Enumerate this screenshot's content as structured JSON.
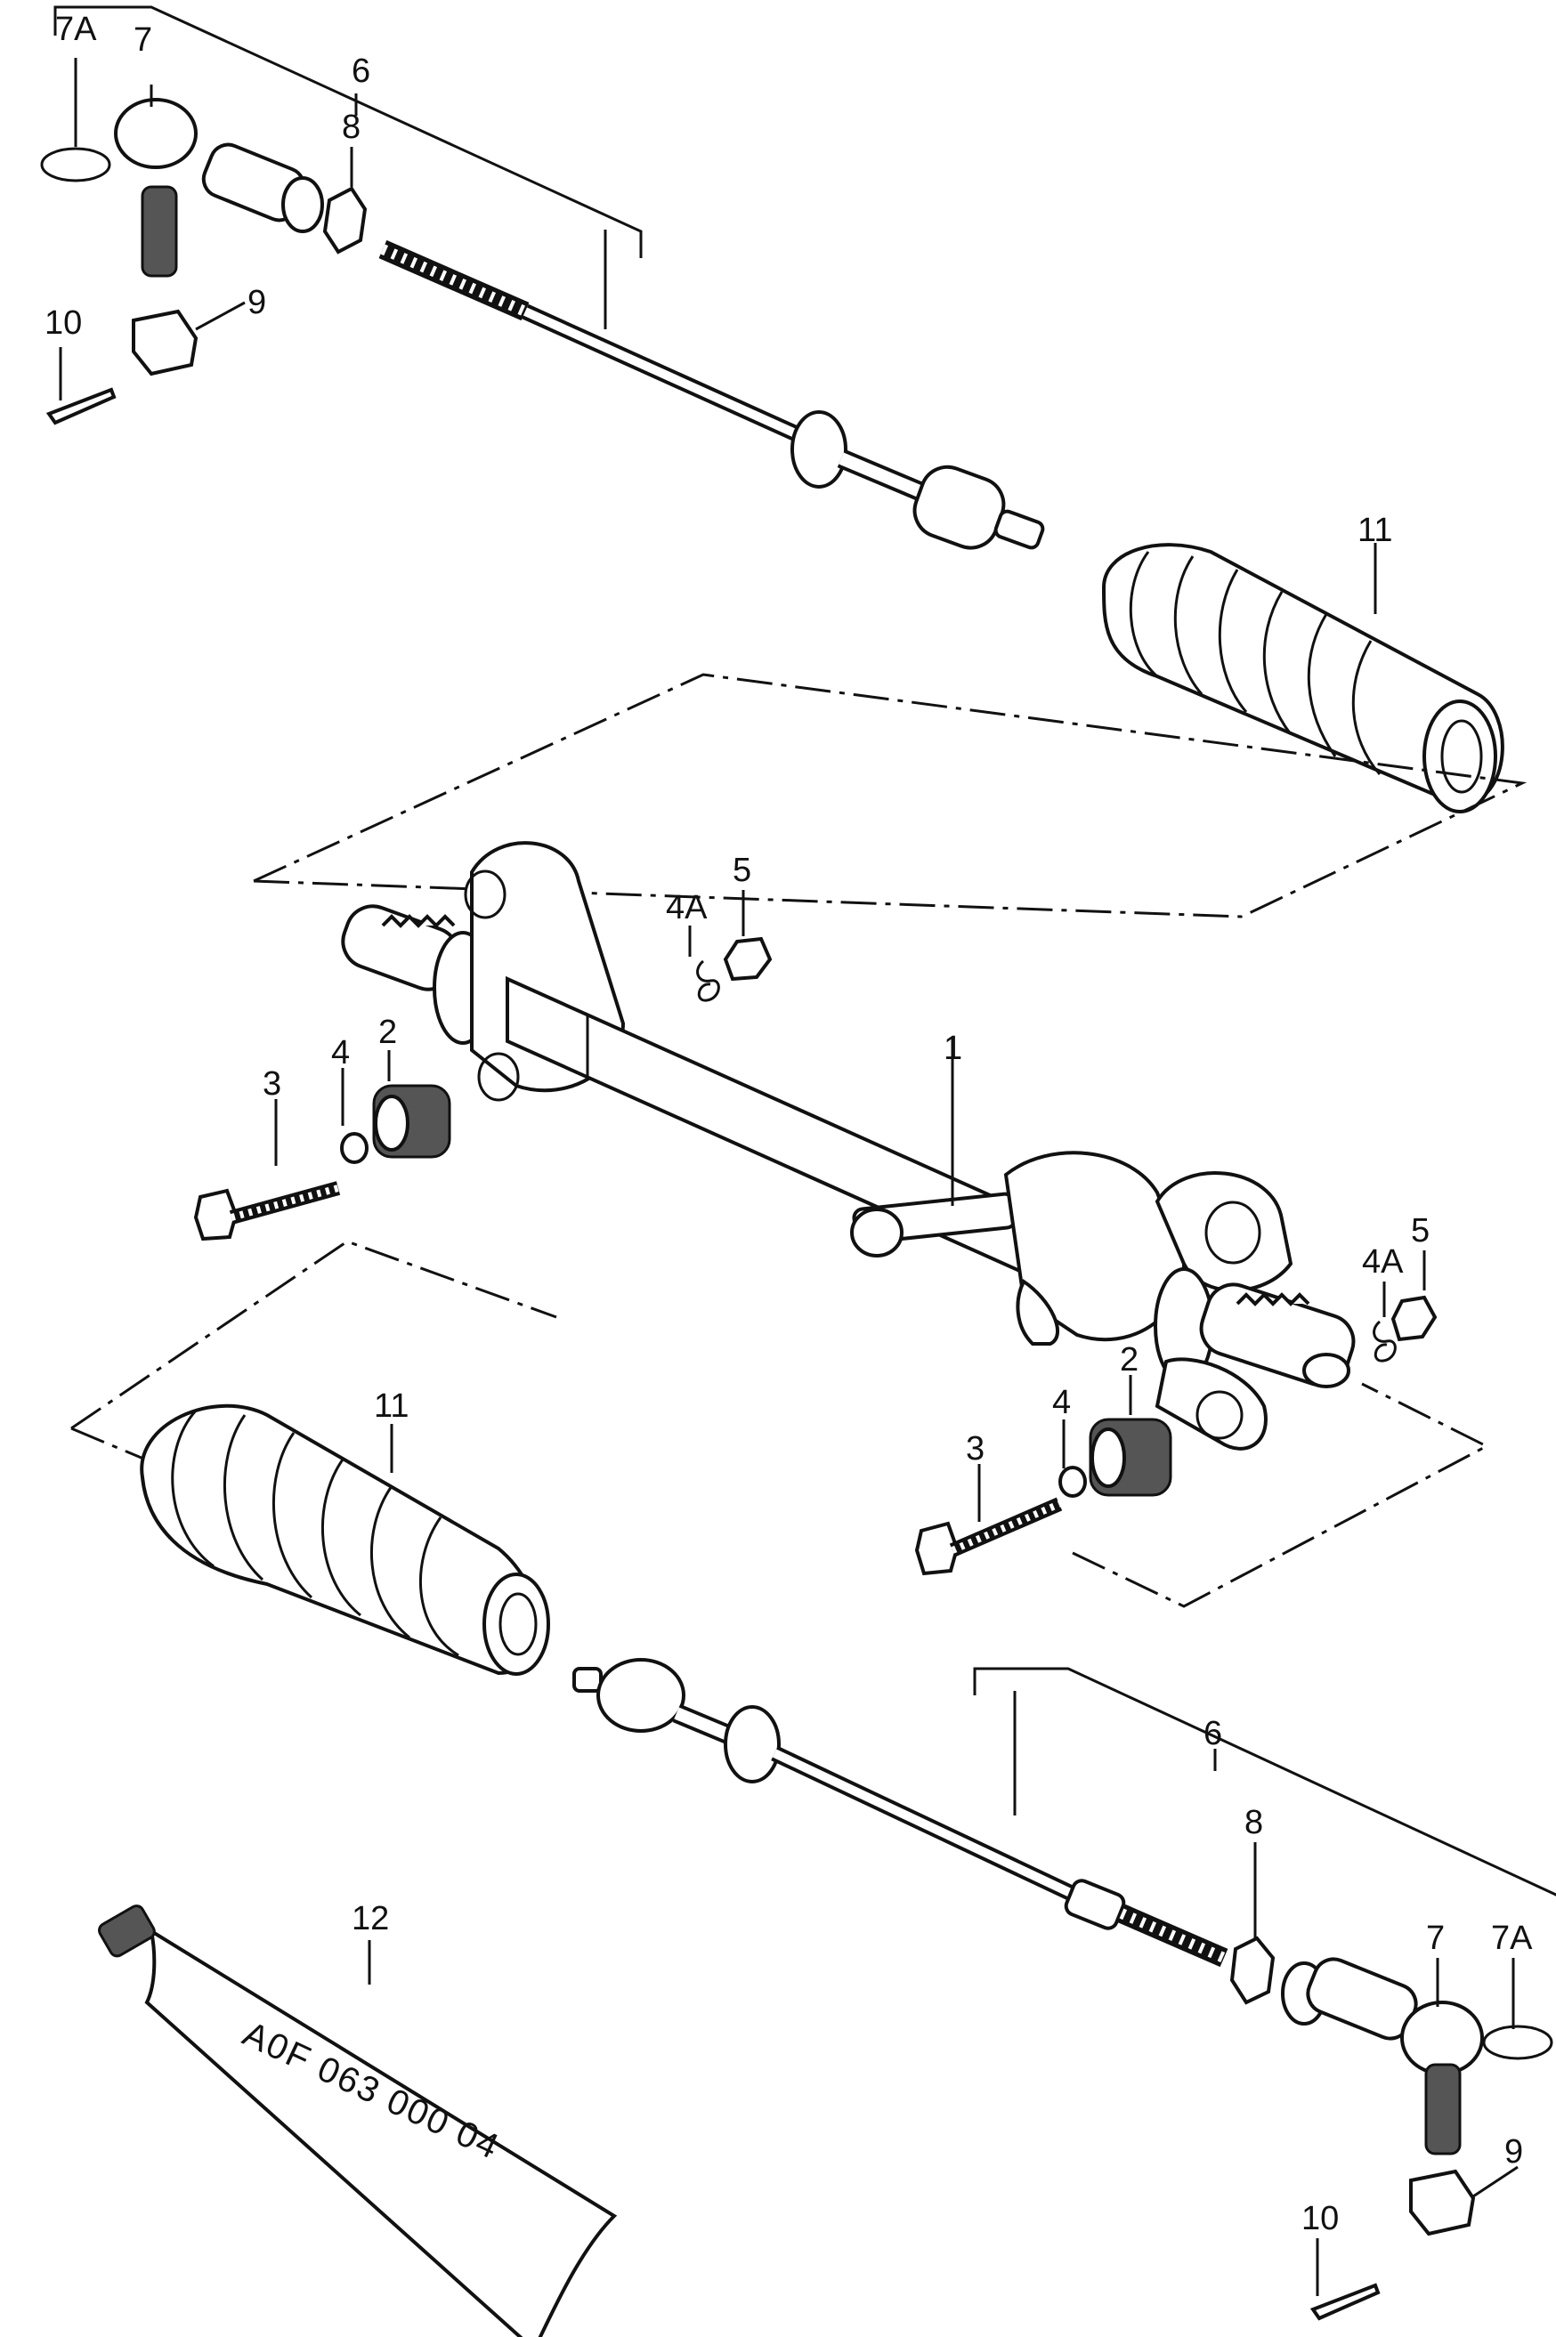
{
  "callouts": {
    "rack_housing": "1",
    "bush_upper": "2",
    "bush_lower": "2",
    "bolt_upper": "3",
    "bolt_lower": "3",
    "washer_upper": "4",
    "washer_lower": "4",
    "clip_upper": "4A",
    "clip_lower": "4A",
    "nut_upper": "5",
    "nut_lower": "5",
    "tie_rod_upper": "6",
    "tie_rod_lower": "6",
    "tie_rod_end_upper": "7",
    "tie_rod_end_lower": "7",
    "circlip_upper": "7A",
    "circlip_lower": "7A",
    "lock_nut_upper": "8",
    "lock_nut_lower": "8",
    "castle_nut_upper": "9",
    "castle_nut_lower": "9",
    "split_pin_upper": "10",
    "split_pin_lower": "10",
    "boot_upper": "11",
    "boot_lower": "11",
    "grease_tube": "12"
  },
  "grease_tube_text": "A0F 063 000 04",
  "colors": {
    "ink": "#111111",
    "paper": "#ffffff",
    "shade": "#555555"
  }
}
